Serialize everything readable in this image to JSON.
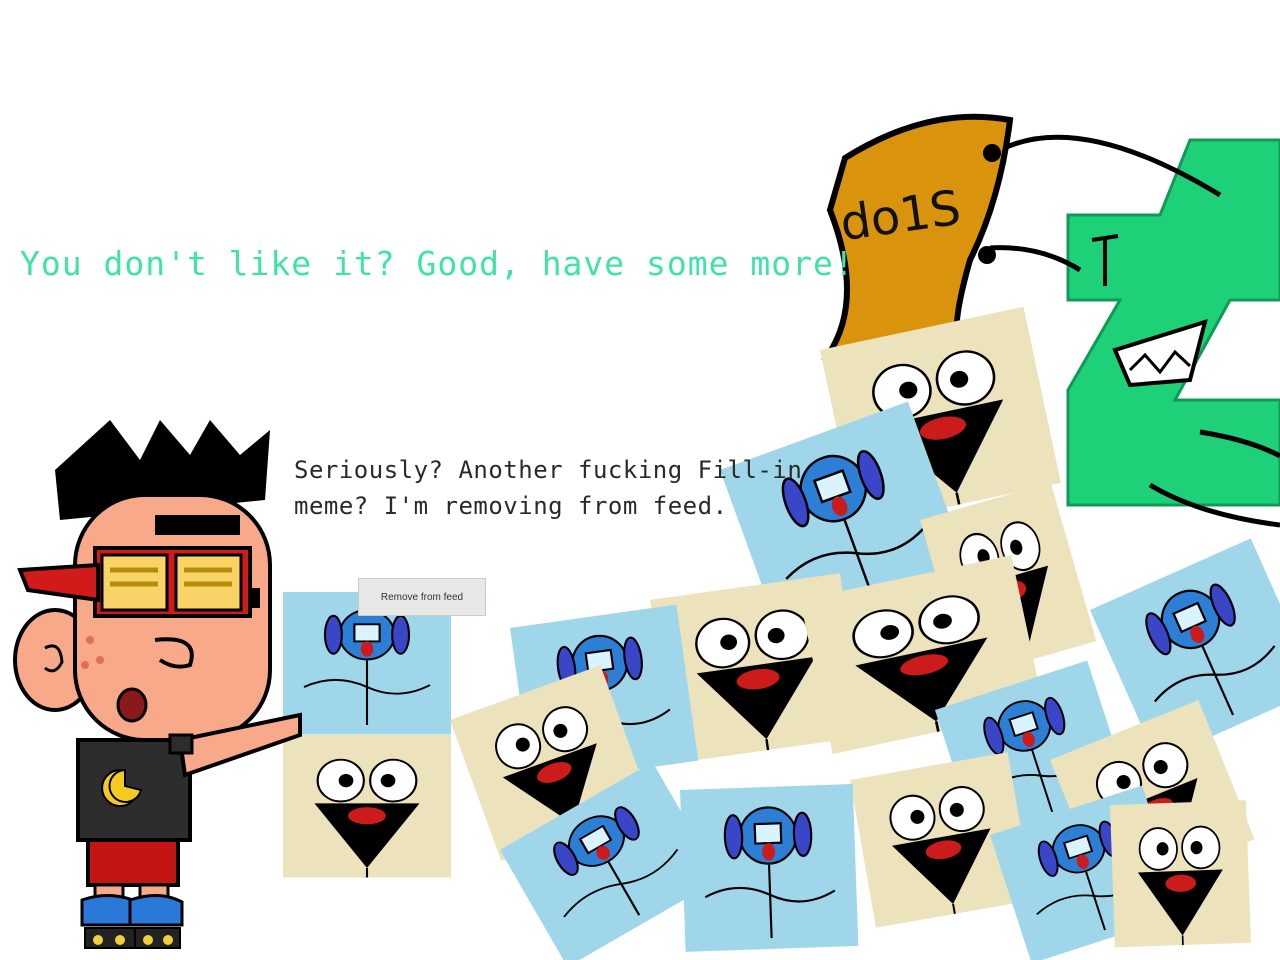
{
  "captions": {
    "top": "You don't like it? Good, have some more!",
    "speech": "Seriously? Another fucking Fill-in meme? I'm removing from feed."
  },
  "feed_menu": {
    "remove_label": "Remove from feed"
  },
  "sign": {
    "text": "do1S"
  },
  "colors": {
    "caption": "#3fe3a8",
    "tile_blue": "#9fd6ea",
    "tile_tan": "#ece2bc",
    "sign_orange": "#d9930d",
    "logo_green": "#1ed078"
  },
  "icons": [
    "pacman-icon",
    "deviantart-logo-icon"
  ]
}
